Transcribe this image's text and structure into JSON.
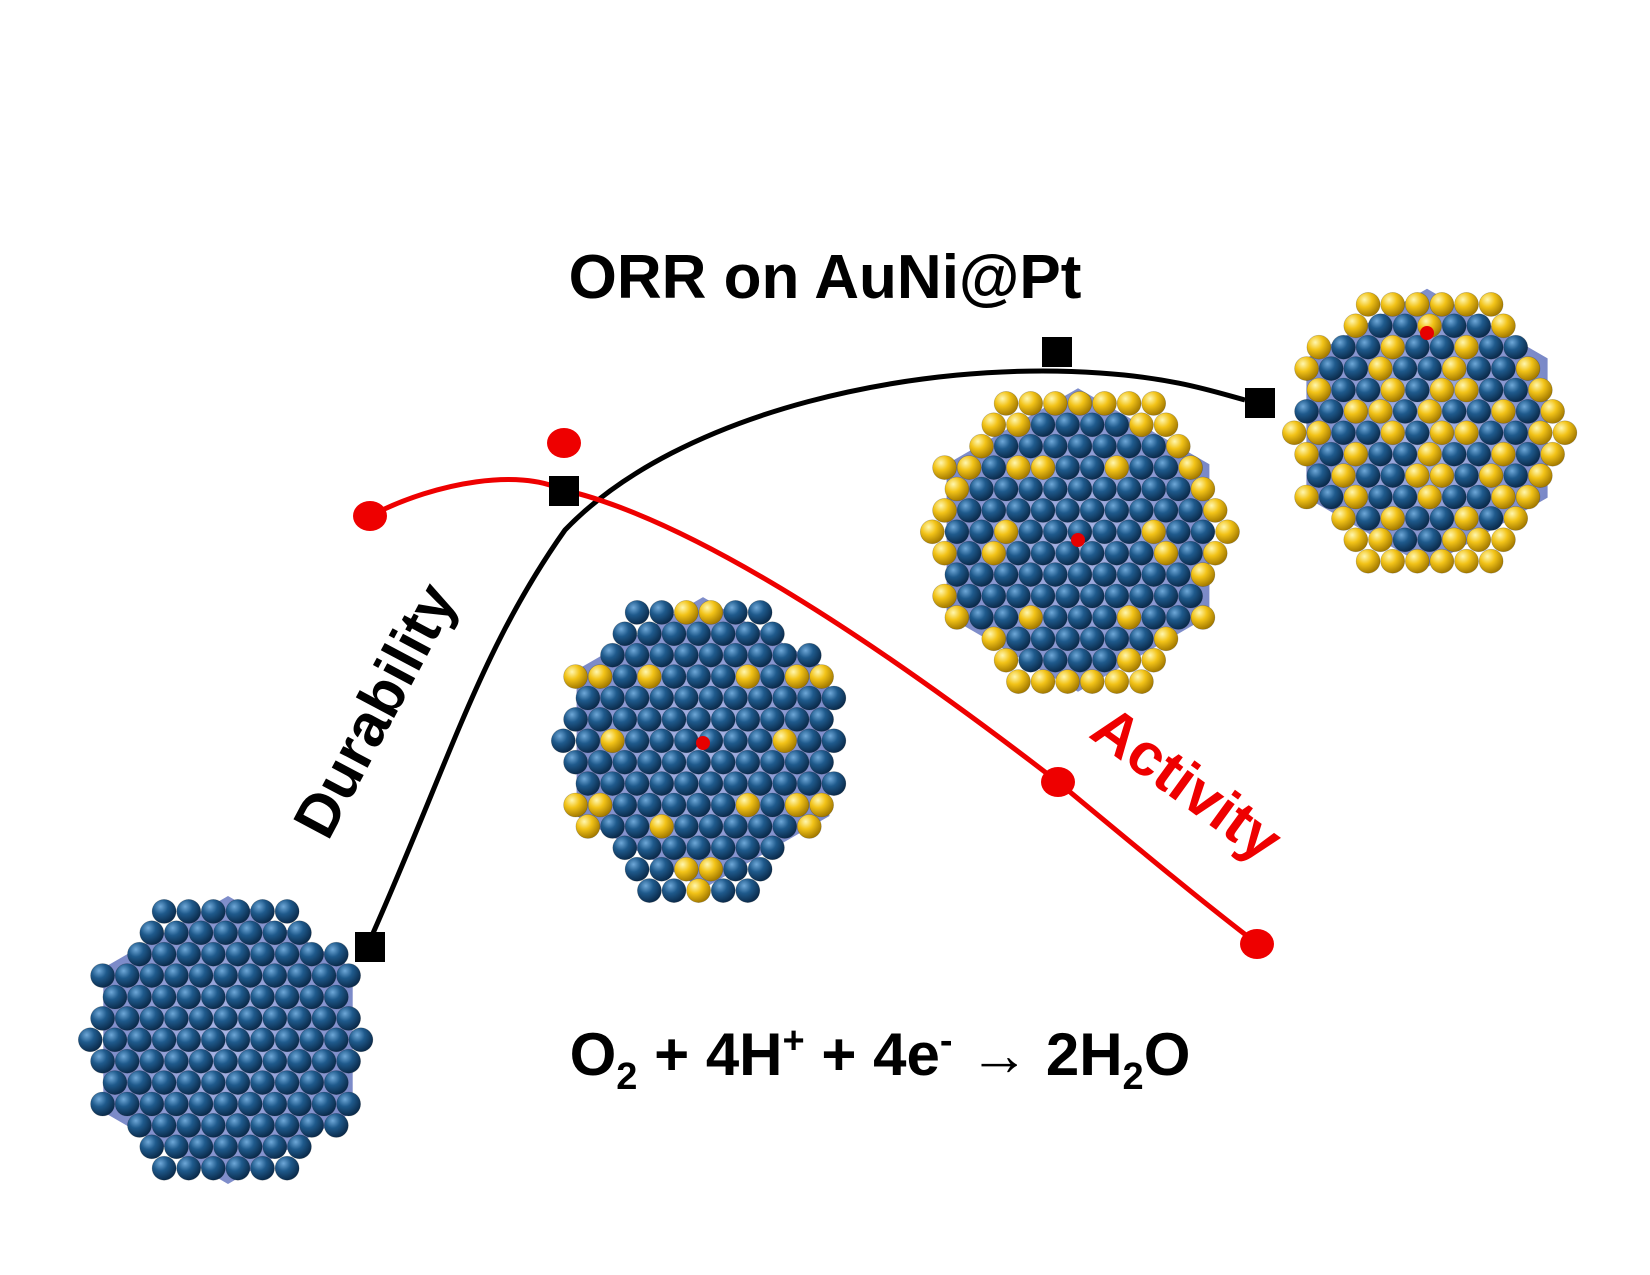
{
  "title": "ORR on AuNi@Pt",
  "labels": {
    "durability": "Durability",
    "activity": "Activity"
  },
  "equation": {
    "o": "O",
    "sub2": "2",
    "plus1": " + 4H",
    "sup_plus": "+",
    "plus2": " + 4e",
    "sup_minus": "-",
    "arrow": " → 2H",
    "sub2b": "2",
    "tail": "O"
  },
  "colors": {
    "durability": "#000000",
    "activity": "#ee0000",
    "ni_core": "#1f5a8c",
    "pt_shell": "#f2c318",
    "active_site": "#e60000"
  },
  "chart_data": {
    "type": "line",
    "series": [
      {
        "name": "Durability",
        "values": [
          0.08,
          0.83,
          1.0,
          0.93
        ]
      },
      {
        "name": "Activity",
        "values": [
          0.87,
          1.0,
          0.4,
          0.2
        ]
      }
    ]
  },
  "particles": [
    {
      "name": "nickel-core-particle",
      "pt_coverage": 0.0
    },
    {
      "name": "pt-vertex-decorated-particle",
      "pt_coverage": 0.15
    },
    {
      "name": "pt-edge-decorated-particle",
      "pt_coverage": 0.45
    },
    {
      "name": "pt-shell-particle",
      "pt_coverage": 0.7
    }
  ]
}
